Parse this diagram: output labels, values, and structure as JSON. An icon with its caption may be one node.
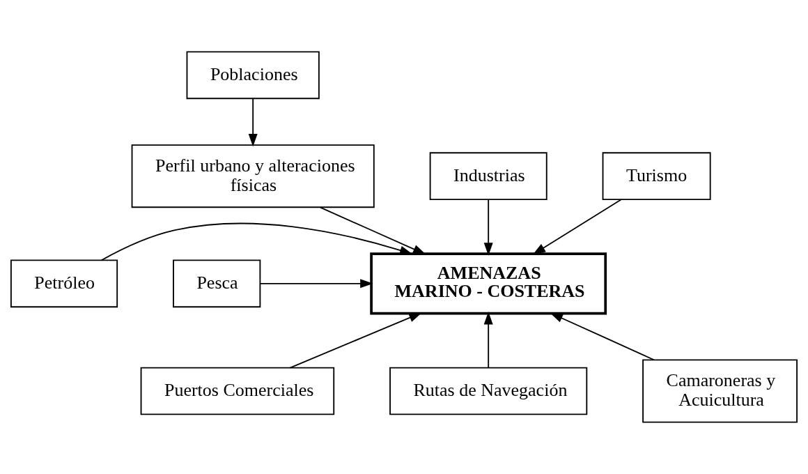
{
  "diagram": {
    "nodes": [
      {
        "text": [
          "Poblaciones"
        ]
      },
      {
        "text": [
          "Perfil urbano y alteraciones físicas"
        ]
      },
      {
        "text": [
          "Industrias"
        ]
      },
      {
        "text": [
          "Turismo"
        ]
      },
      {
        "text": [
          "AMENAZAS MARINO - COSTERAS"
        ]
      },
      {
        "text": [
          "Petróleo"
        ]
      },
      {
        "text": [
          "Pesca"
        ]
      },
      {
        "text": [
          "Puertos Comerciales"
        ]
      },
      {
        "text": [
          "Rutas de Navegación"
        ]
      },
      {
        "text": [
          "Camaroneras y Acuicultura"
        ]
      }
    ],
    "edges": [
      {
        "from": 0,
        "to": 1,
        "arrow": "to"
      },
      {
        "from": 1,
        "to": 4,
        "arrow": "to"
      },
      {
        "from": 2,
        "to": 4,
        "arrow": "to"
      },
      {
        "from": 3,
        "to": 4,
        "arrow": "to"
      },
      {
        "from": 5,
        "to": 4,
        "arrow": "to"
      },
      {
        "from": 6,
        "to": 4,
        "arrow": "to"
      },
      {
        "from": 7,
        "to": 4,
        "arrow": "to"
      },
      {
        "from": 8,
        "to": 4,
        "arrow": "to"
      },
      {
        "from": 9,
        "to": 4,
        "arrow": "to"
      }
    ]
  }
}
